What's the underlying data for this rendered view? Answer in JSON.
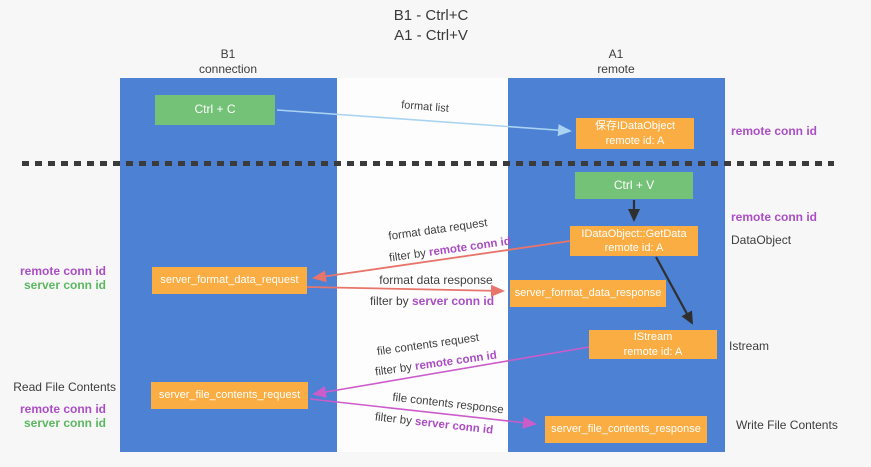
{
  "title": {
    "line1": "B1 - Ctrl+C",
    "line2": "A1 - Ctrl+V"
  },
  "lanes": {
    "left": {
      "name": "B1",
      "role": "connection"
    },
    "right": {
      "name": "A1",
      "role": "remote"
    }
  },
  "boxes": {
    "ctrl_c": {
      "label": "Ctrl + C"
    },
    "save_dataobject": {
      "line1": "保存IDataObject",
      "line2": "remote id: A"
    },
    "ctrl_v": {
      "label": "Ctrl + V"
    },
    "getdata": {
      "line1": "IDataObject::GetData",
      "line2": "remote id: A"
    },
    "istream": {
      "line1": "IStream",
      "line2": "remote id: A"
    },
    "server_format_data_request": {
      "label": "server_format_data_request"
    },
    "server_format_data_response": {
      "label": "server_format_data_response"
    },
    "server_file_contents_request": {
      "label": "server_file_contents_request"
    },
    "server_file_contents_response": {
      "label": "server_file_contents_response"
    }
  },
  "flow_labels": {
    "format_list": "format list",
    "format_data_request": "format data request",
    "format_data_response": "format data response",
    "file_contents_request": "file contents request",
    "file_contents_response": "file contents response",
    "filter_by": "filter by ",
    "remote_conn_id": "remote conn id",
    "server_conn_id": "server conn id"
  },
  "side_labels": {
    "left_top": {
      "remote": "remote conn id",
      "server": "server conn id"
    },
    "left_bottom": {
      "read_file": "Read File Contents",
      "remote": "remote conn id",
      "server": "server conn id"
    },
    "right": {
      "remote_1": "remote conn id",
      "remote_2": "remote conn id",
      "dataobject": "DataObject",
      "istream": "Istream",
      "write_file": "Write File Contents"
    }
  },
  "colors": {
    "bg": "#f7f7f8",
    "lane_blue": "#4c81d4",
    "box_orange": "#f9ad42",
    "box_green": "#74c277",
    "arrow_lightblue": "#a9d3f2",
    "arrow_red": "#e8756b",
    "arrow_magenta": "#cd5ccb",
    "arrow_black": "#2f2f2f",
    "text_purple": "#ab4ec4",
    "text_green": "#5cb860",
    "text_dark": "#3d3d3d"
  }
}
